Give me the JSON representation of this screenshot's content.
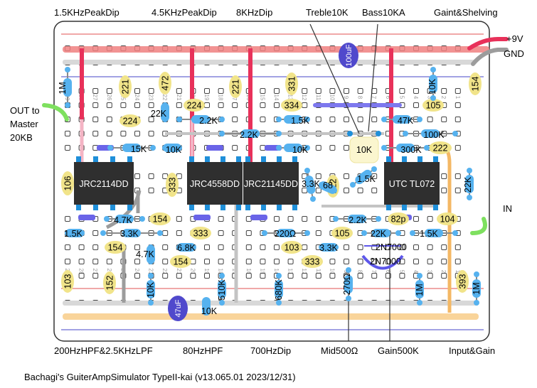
{
  "title_caption": "Bachagi's GuiterAmpSimulator TypeII-kai (v13.065.01 2023/12/31)",
  "top_labels": [
    "1.5KHzPeakDip",
    "4.5KHzPeakDip",
    "8KHzDip",
    "Treble10K",
    "Bass10KA",
    "Gaint&Shelving"
  ],
  "bottom_labels": [
    "200HzHPF&2.5KHzLPF",
    "80HzHPF",
    "700HzDip",
    "Mid500Ω",
    "Gain500K",
    "Input&Gain"
  ],
  "side_labels": {
    "out_line1": "OUT to",
    "out_line2": "Master",
    "out_line3": "20KB",
    "vcc": "+9V",
    "gnd": "GND",
    "in": "IN"
  },
  "chips": [
    "JRC2114DD",
    "JRC4558DD",
    "JRC21145DD",
    "UTC TL072"
  ],
  "resistors": {
    "r1m_a": "1M",
    "r1m_b": "1M",
    "r1m_c": "1M",
    "r10k_a": "10K",
    "r10k_b": "10K",
    "r10k_c": "10K",
    "r10k_d": "10K",
    "r10k_e": "10K",
    "r22k_a": "22K",
    "r22k_b": "22K",
    "r22k_c": "22K",
    "r2_2k_a": "2.2K",
    "r2_2k_b": "2.2K",
    "r2_2k_c": "2.2K",
    "r1_5k_a": "1.5K",
    "r1_5k_b": "1.5K",
    "r1_5k_c": "1.5K",
    "r15k": "15K",
    "r47k": "47K",
    "r100k": "100K",
    "r300k": "300K",
    "r4_7k_a": "4.7K",
    "r4_7k_b": "4.7K",
    "r3_3k_a": "3.3K",
    "r3_3k_b": "3.3K",
    "r3_3k_c": "3.3K",
    "r6_8k": "6.8K",
    "r220": "220Ω",
    "r510k": "510K",
    "r680k": "680K",
    "r270": "270Ω",
    "r68": "68"
  },
  "capacitors": {
    "c221_a": "221",
    "c221_b": "221",
    "c472": "472",
    "c224_a": "224",
    "c224_b": "224",
    "c331": "331",
    "c334": "334",
    "c105_a": "105",
    "c105_b": "105",
    "c154_a": "154",
    "c154_b": "154",
    "c154_c": "154",
    "c154_d": "154",
    "c106": "106",
    "c333_a": "333",
    "c333_b": "333",
    "c333_c": "333",
    "c103_a": "103",
    "c103_b": "103",
    "c152": "152",
    "c82p": "82p",
    "c104": "104",
    "c393": "393",
    "c222_a": "222",
    "c222_b": "222"
  },
  "electrolytics": {
    "e100u": "100uF",
    "e47u": "47uF"
  },
  "transistors": {
    "t2n7000_a": "2N7000",
    "t2n7000_b": "2N7000"
  },
  "trimmer": {
    "treble": "10K"
  },
  "board_numbers": [
    "29",
    "28",
    "27",
    "26",
    "25",
    "24",
    "23",
    "22",
    "21",
    "20",
    "19",
    "18",
    "17",
    "16",
    "15",
    "14",
    "13",
    "12",
    "11",
    "10",
    "9",
    "8",
    "7",
    "6",
    "5",
    "4",
    "3",
    "2",
    "1"
  ],
  "colors": {
    "rail_red": "#f08080",
    "rail_orange": "#f9d49a",
    "rail_gray": "#d8d8d8",
    "wire_green": "#7ee05f",
    "wire_red": "#e8315a",
    "wire_blue": "#5d57ea",
    "wire_gray": "#9c9c9c",
    "wire_orange": "#f4b865",
    "chip": "#2f2f2f",
    "chip_pin": "#1f8fd9",
    "resistor": "#56b2ef",
    "cap": "#f1e48a",
    "elec": "#5049cc"
  }
}
